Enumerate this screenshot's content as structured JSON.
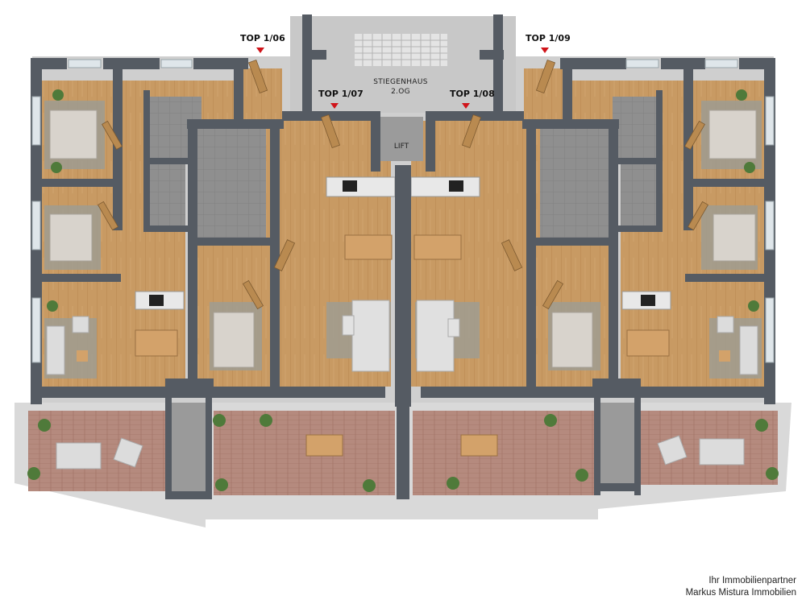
{
  "units": {
    "top_1_06": "TOP 1/06",
    "top_1_07": "TOP 1/07",
    "top_1_08": "TOP 1/08",
    "top_1_09": "TOP 1/09"
  },
  "stairwell": {
    "name": "STIEGENHAUS",
    "floor": "2.OG"
  },
  "lift": "LIFT",
  "credit": {
    "line1": "Ihr Immobilienpartner",
    "line2": "Markus Mistura Immobilien"
  },
  "colors": {
    "wood_floor": "#c89a63",
    "tile_floor": "#8f8f8f",
    "terrace_floor": "#b58a7e",
    "wall": "#555b63",
    "marker": "#d0141a"
  }
}
